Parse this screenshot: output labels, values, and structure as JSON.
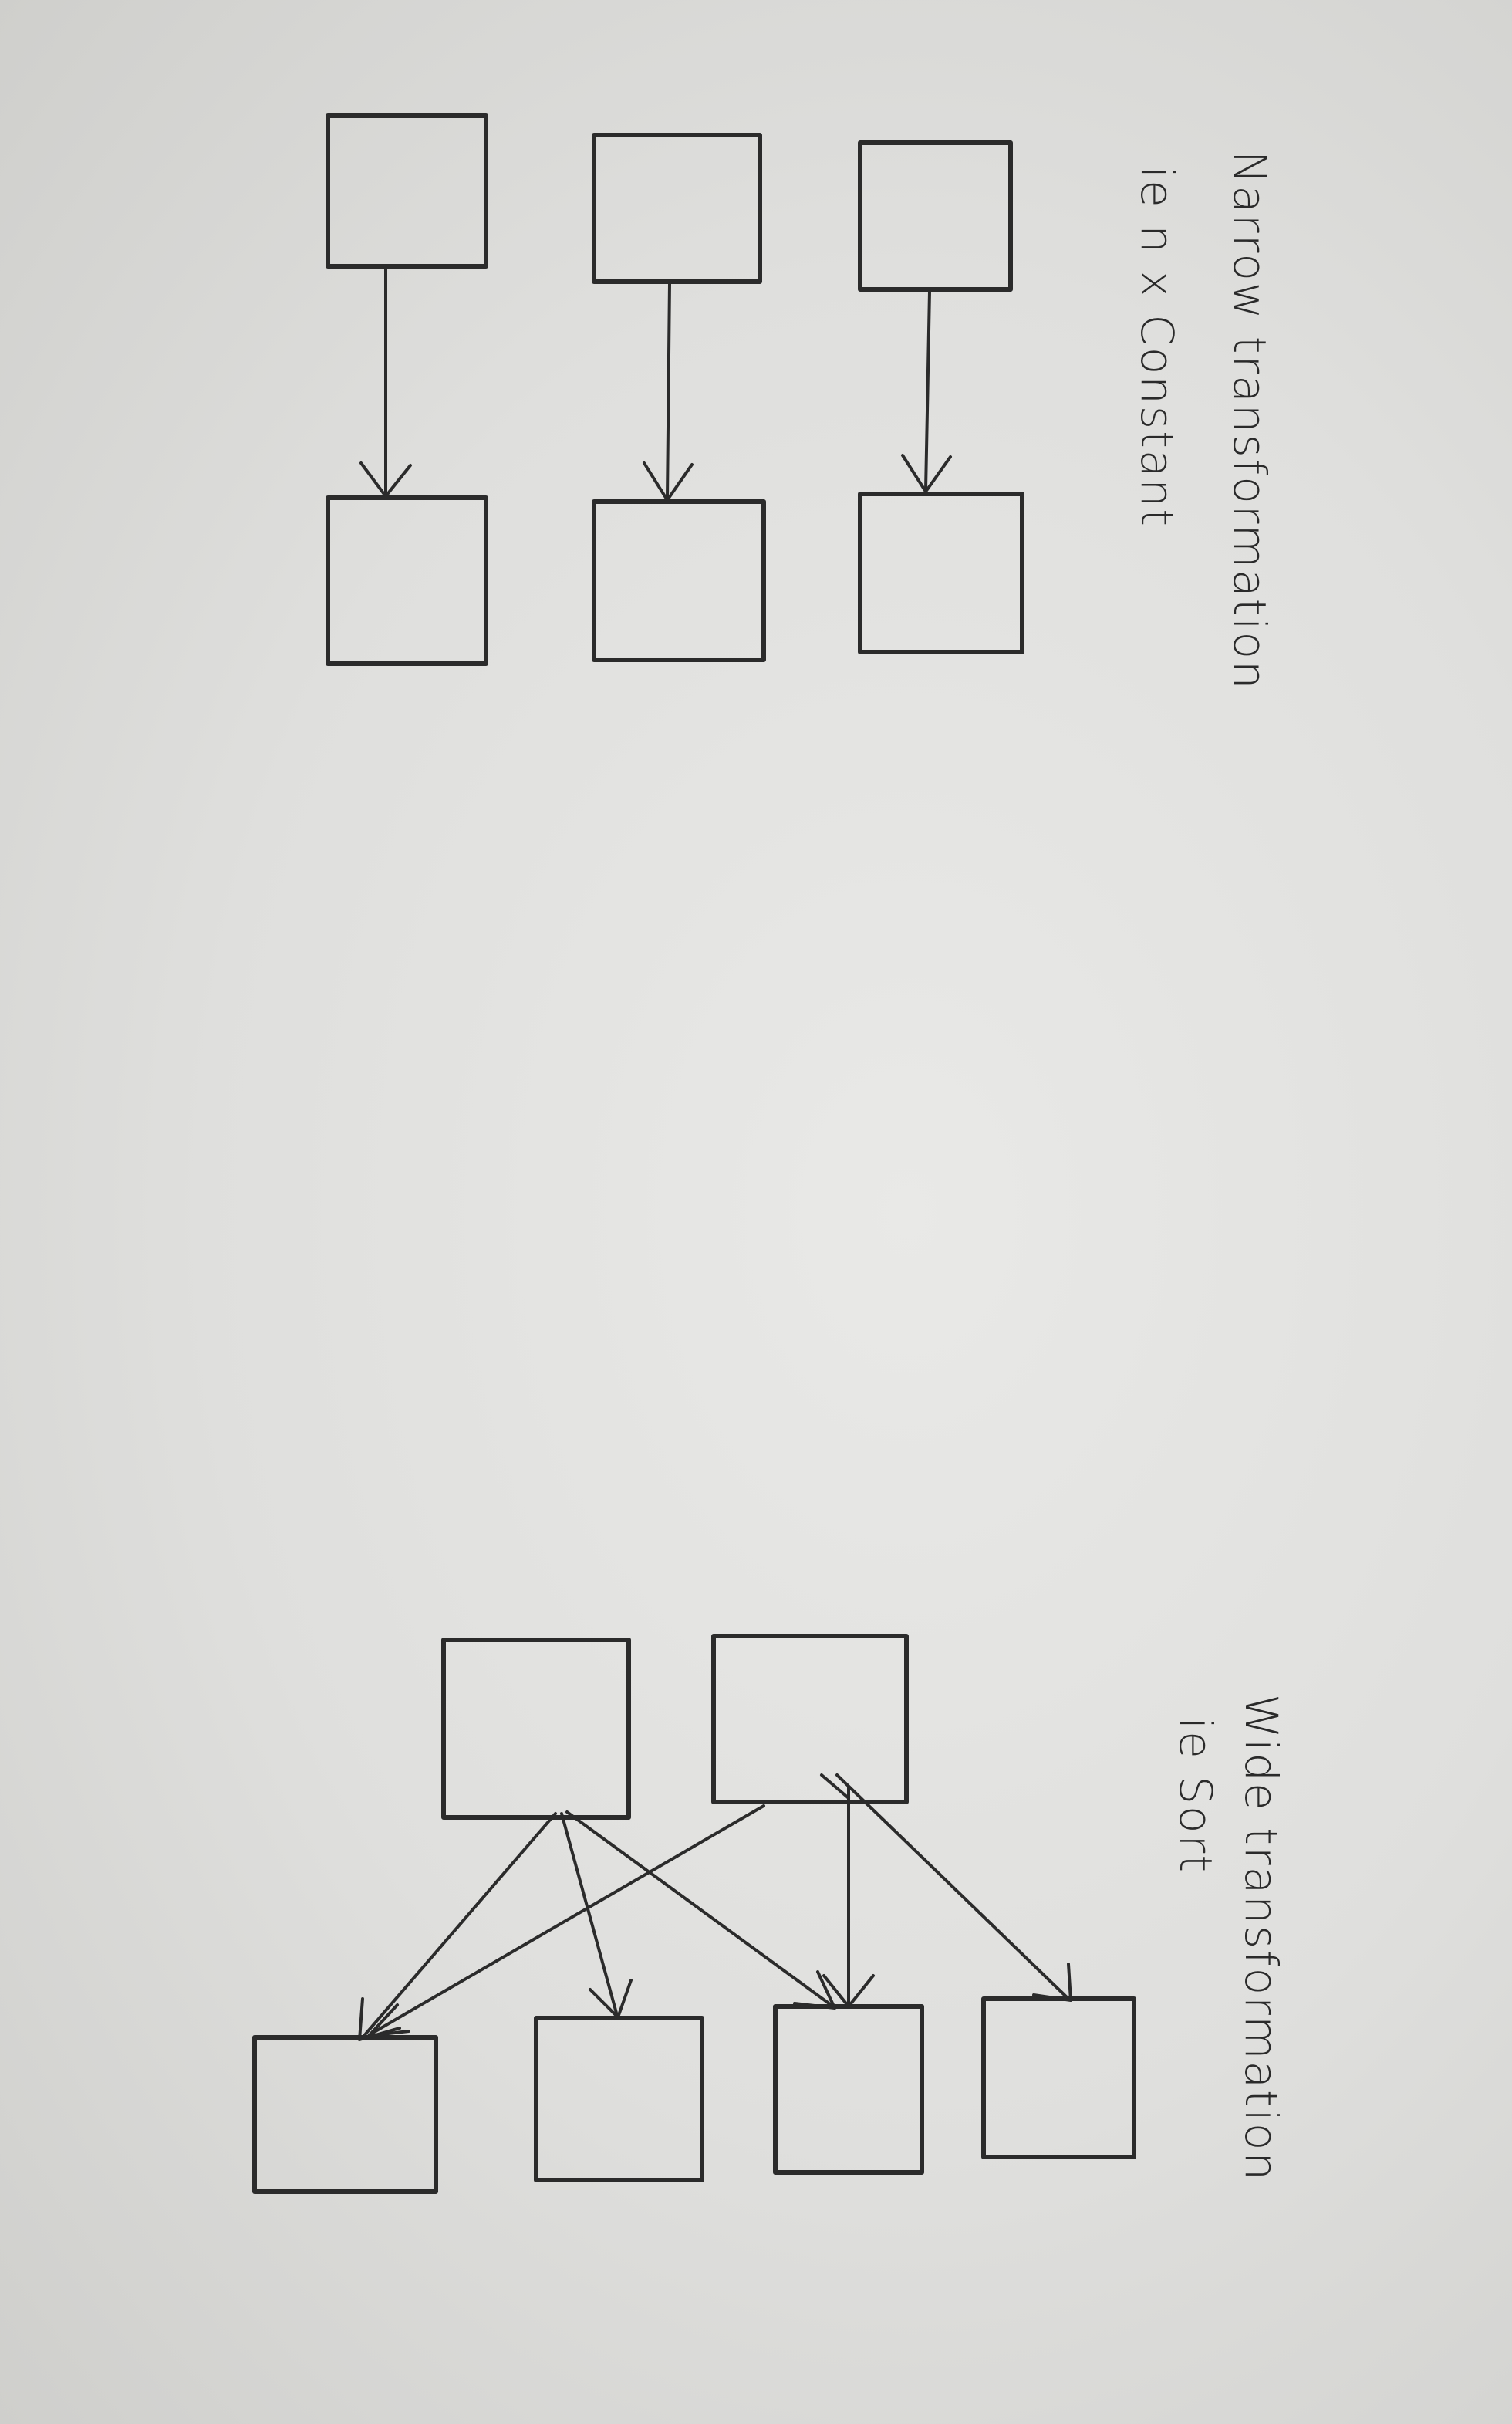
{
  "ink_color": "#2b2b2b",
  "paper_color": "#e4e4e2",
  "narrow": {
    "title": "Narrow transformation",
    "example": "ie n x Constant",
    "pairs": [
      {
        "from": "n1",
        "to": "n2"
      },
      {
        "from": "n3",
        "to": "n4"
      },
      {
        "from": "n5",
        "to": "n6"
      }
    ]
  },
  "wide": {
    "title": "Wide transformation",
    "example": "ie Sort",
    "edges": [
      {
        "from": "w-in-1",
        "to": "w-out-1"
      },
      {
        "from": "w-in-1",
        "to": "w-out-2"
      },
      {
        "from": "w-in-1",
        "to": "w-out-4"
      },
      {
        "from": "w-in-2",
        "to": "w-out-2"
      },
      {
        "from": "w-in-2",
        "to": "w-out-3"
      },
      {
        "from": "w-in-2",
        "to": "w-out-4"
      },
      {
        "from": "w-in-2",
        "to": "w-out-2"
      }
    ]
  }
}
